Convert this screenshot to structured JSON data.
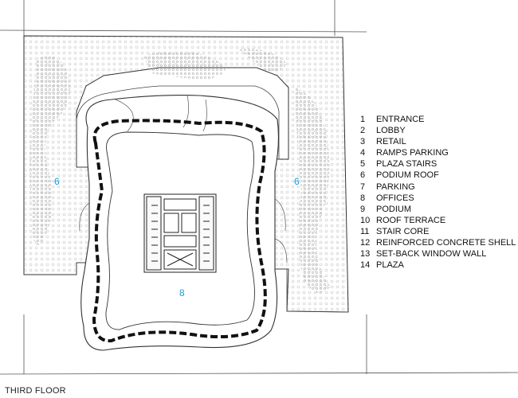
{
  "floor_title": "THIRD FLOOR",
  "zone_labels": {
    "podium_roof_left": "6",
    "podium_roof_right": "6",
    "offices": "8"
  },
  "legend": [
    {
      "num": "1",
      "label": "ENTRANCE"
    },
    {
      "num": "2",
      "label": "LOBBY"
    },
    {
      "num": "3",
      "label": "RETAIL"
    },
    {
      "num": "4",
      "label": "RAMPS PARKING"
    },
    {
      "num": "5",
      "label": "PLAZA STAIRS"
    },
    {
      "num": "6",
      "label": "PODIUM ROOF"
    },
    {
      "num": "7",
      "label": "PARKING"
    },
    {
      "num": "8",
      "label": "OFFICES"
    },
    {
      "num": "9",
      "label": "PODIUM"
    },
    {
      "num": "10",
      "label": "ROOF TERRACE"
    },
    {
      "num": "11",
      "label": "STAIR CORE"
    },
    {
      "num": "12",
      "label": "REINFORCED CONCRETE SHELL"
    },
    {
      "num": "13",
      "label": "SET-BACK WINDOW WALL"
    },
    {
      "num": "14",
      "label": "PLAZA"
    }
  ],
  "colors": {
    "zone_label": "#1a9fd6",
    "line": "#333333",
    "shell": "#111111"
  }
}
